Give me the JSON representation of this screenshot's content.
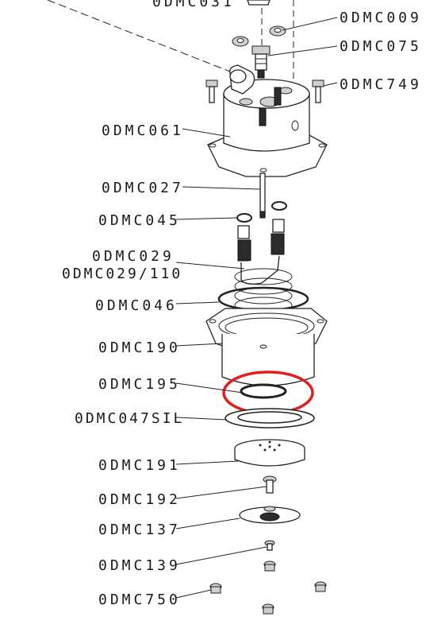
{
  "labels": [
    {
      "id": "l-031",
      "text": "0DMC031"
    },
    {
      "id": "l-009",
      "text": "0DMC009"
    },
    {
      "id": "l-075",
      "text": "0DMC075"
    },
    {
      "id": "l-749",
      "text": "0DMC749"
    },
    {
      "id": "l-061",
      "text": "0DMC061"
    },
    {
      "id": "l-027",
      "text": "0DMC027"
    },
    {
      "id": "l-045",
      "text": "0DMC045"
    },
    {
      "id": "l-029",
      "text": "0DMC029"
    },
    {
      "id": "l-029-110",
      "text": "0DMC029/110"
    },
    {
      "id": "l-046",
      "text": "0DMC046"
    },
    {
      "id": "l-190",
      "text": "0DMC190"
    },
    {
      "id": "l-195",
      "text": "0DMC195"
    },
    {
      "id": "l-047sil",
      "text": "0DMC047SIL"
    },
    {
      "id": "l-191",
      "text": "0DMC191"
    },
    {
      "id": "l-192",
      "text": "0DMC192"
    },
    {
      "id": "l-137",
      "text": "0DMC137"
    },
    {
      "id": "l-139",
      "text": "0DMC139"
    },
    {
      "id": "l-750",
      "text": "0DMC750"
    }
  ],
  "colors": {
    "line": "#222222",
    "highlight": "#e02020",
    "dark_part": "#2b2b2b",
    "background": "#ffffff"
  }
}
